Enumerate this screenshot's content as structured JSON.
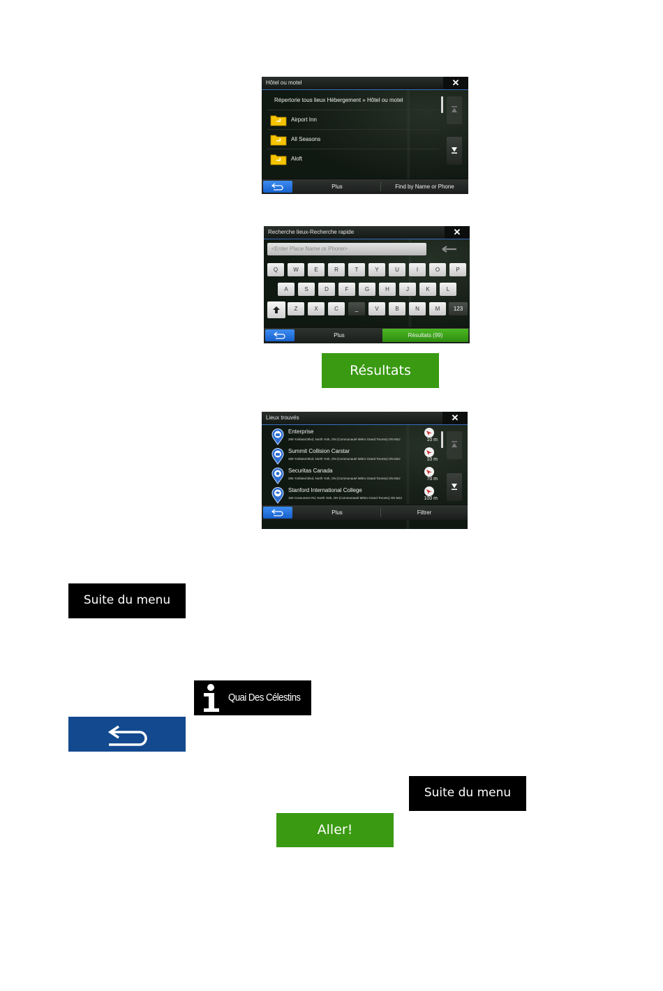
{
  "screen_hotel": {
    "title": "Hôtel ou motel",
    "breadcrumb": "Répertorie tous lieux Hébergement » Hôtel ou motel",
    "items": [
      {
        "label": "Airport Inn"
      },
      {
        "label": "All Seasons"
      },
      {
        "label": "Aloft"
      }
    ],
    "more_label": "Plus",
    "find_label": "Find by Name or Phone"
  },
  "screen_search": {
    "title": "Recherche lieux-Recherche rapide",
    "placeholder": "<Enter Place Name or Phone>",
    "row1": [
      "Q",
      "W",
      "E",
      "R",
      "T",
      "Y",
      "U",
      "I",
      "O",
      "P"
    ],
    "row2": [
      "A",
      "S",
      "D",
      "F",
      "G",
      "H",
      "J",
      "K",
      "L"
    ],
    "row3": [
      "Z",
      "X",
      "C",
      "_",
      "V",
      "B",
      "N",
      "M"
    ],
    "numeric_key": "123",
    "more_label": "Plus",
    "results_label": "Résultats (99)"
  },
  "results_button": {
    "label": "Résultats"
  },
  "screen_found": {
    "title": "Lieux trouvés",
    "items": [
      {
        "name": "Enterprise",
        "address": "289 Yorkland Blvd, North York, ON (Communauté Métro Grand Toronto) ON M2J",
        "distance": "10 m"
      },
      {
        "name": "Summit Collision Carstar",
        "address": "289 Yorkland Blvd, North York, ON (Communauté Métro Grand Toronto) ON M2J",
        "distance": "10 m"
      },
      {
        "name": "Securitas Canada",
        "address": "265 Yorkland Blvd, North York, ON (Communauté Métro Grand Toronto) ON M2J",
        "distance": "70 m"
      },
      {
        "name": "Stanford International College",
        "address": "150 Consumers Rd, North York, ON (Communauté Métro Grand Toronto) ON M2J",
        "distance": "100 m"
      }
    ],
    "more_label": "Plus",
    "filter_label": "Filtrer"
  },
  "more_menu_button": {
    "label": "Suite du menu"
  },
  "info_button": {
    "icon": "info-icon",
    "label": "Quai Des Célestins"
  },
  "back_button": {
    "icon": "back-arrow-icon"
  },
  "more_menu_button_2": {
    "label": "Suite du menu"
  },
  "go_button": {
    "label": "Aller!"
  },
  "colors": {
    "green": "#3a9a12",
    "blue": "#13498f",
    "accent_blue": "#1660cc",
    "black": "#000000"
  }
}
